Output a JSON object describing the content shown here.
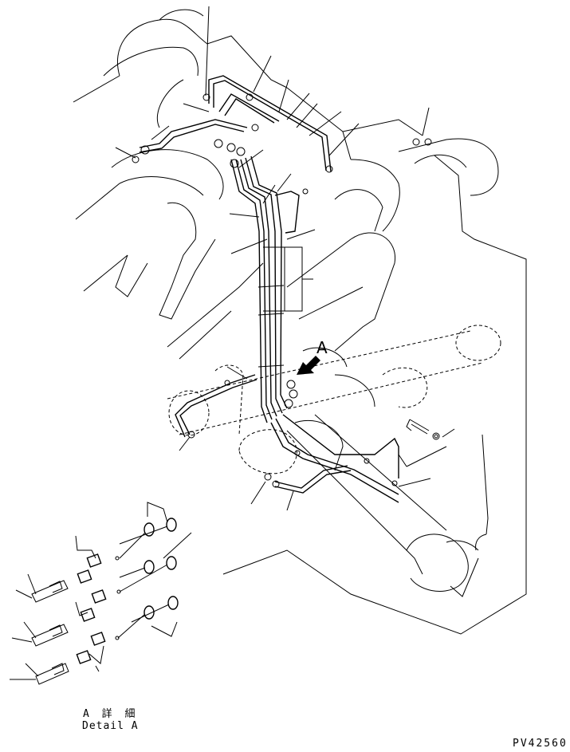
{
  "diagram": {
    "callout_letter": "A",
    "detail_title_jp": "A 詳 細",
    "detail_title_en": "Detail A",
    "drawing_number": "PV42560"
  }
}
